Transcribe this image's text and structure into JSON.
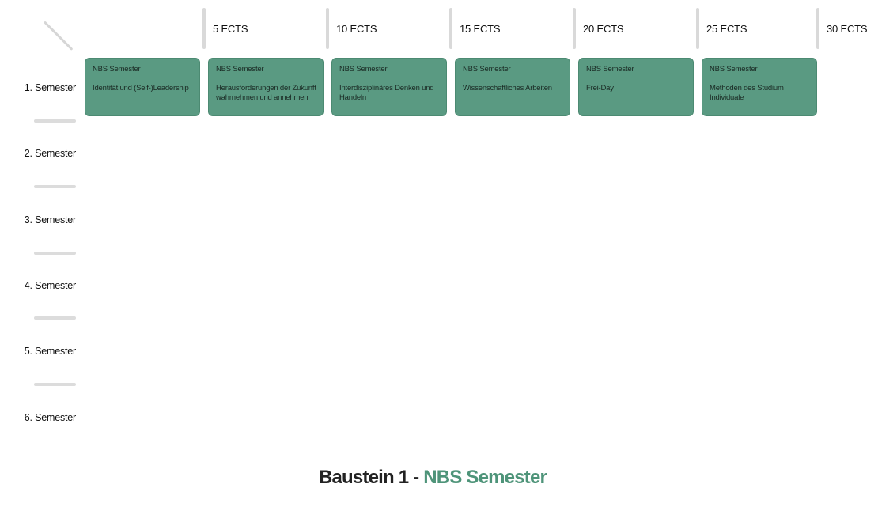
{
  "columns": [
    "5 ECTS",
    "10 ECTS",
    "15 ECTS",
    "20 ECTS",
    "25 ECTS",
    "30 ECTS"
  ],
  "semesters": [
    "1. Semester",
    "2. Semester",
    "3. Semester",
    "4. Semester",
    "5. Semester",
    "6. Semester"
  ],
  "modules": [
    {
      "category": "NBS Semester",
      "title": "Identität und (Self-)Leadership"
    },
    {
      "category": "NBS Semester",
      "title": "Herausforderungen der Zukunft wahrnehmen und annehmen"
    },
    {
      "category": "NBS Semester",
      "title": "Interdisziplinäres Denken und Handeln"
    },
    {
      "category": "NBS Semester",
      "title": "Wissenschaftliches Arbeiten"
    },
    {
      "category": "NBS Semester",
      "title": "Frei-Day"
    },
    {
      "category": "NBS Semester",
      "title": "Methoden des Studium Individuale"
    }
  ],
  "caption": {
    "prefix": "Baustein 1 - ",
    "accent": "NBS Semester"
  },
  "colors": {
    "module_fill": "#5a9a82",
    "accent": "#4e9479",
    "divider": "#d9d9d9"
  }
}
